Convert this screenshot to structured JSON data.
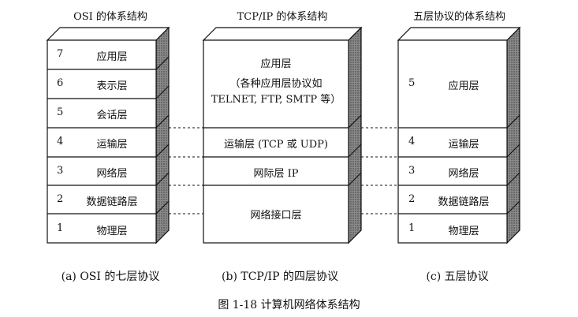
{
  "stacks": {
    "osi": {
      "title": "OSI 的体系结构",
      "caption": "(a) OSI 的七层协议",
      "layers": [
        {
          "num": "7",
          "name": "应用层"
        },
        {
          "num": "6",
          "name": "表示层"
        },
        {
          "num": "5",
          "name": "会话层"
        },
        {
          "num": "4",
          "name": "运输层"
        },
        {
          "num": "3",
          "name": "网络层"
        },
        {
          "num": "2",
          "name": "数据链路层"
        },
        {
          "num": "1",
          "name": "物理层"
        }
      ]
    },
    "tcpip": {
      "title": "TCP/IP 的体系结构",
      "caption": "(b) TCP/IP 的四层协议",
      "layers": [
        {
          "name": "应用层",
          "detail_line1": "（各种应用层协议如",
          "detail_line2": "TELNET, FTP, SMTP 等）"
        },
        {
          "name": "运输层 (TCP 或 UDP)"
        },
        {
          "name": "网际层 IP"
        },
        {
          "name": "网络接口层"
        }
      ]
    },
    "five": {
      "title": "五层协议的体系结构",
      "caption": "(c)  五层协议",
      "layers": [
        {
          "num": "5",
          "name": "应用层"
        },
        {
          "num": "4",
          "name": "运输层"
        },
        {
          "num": "3",
          "name": "网络层"
        },
        {
          "num": "2",
          "name": "数据链路层"
        },
        {
          "num": "1",
          "name": "物理层"
        }
      ]
    }
  },
  "figure_caption": "图 1-18    计算机网络体系结构",
  "colors": {
    "side_fill": "#7a7a7a",
    "line": "#111111",
    "face": "#ffffff"
  }
}
